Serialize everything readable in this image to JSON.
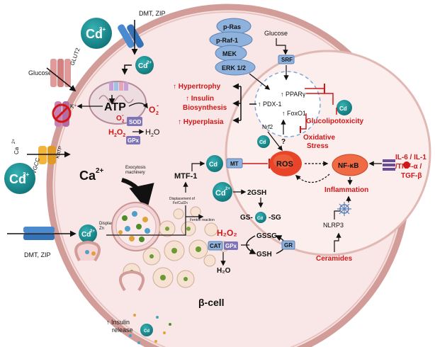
{
  "labels": {
    "cd": "Cd",
    "cd_sup": "2+",
    "dmt_zip": "DMT, ZIP",
    "glucose": "Glucose",
    "glut2": "GLUT2",
    "k_plus": "K⁺",
    "katp": "KATP",
    "ca": "Ca",
    "ca_sup": "2+",
    "vgcc": "VGCC",
    "atp": "ATP",
    "o2": "O",
    "o2_sub": "2",
    "o2_sup": "-",
    "sod": "SOD",
    "h2o2": "H",
    "h2o": "H",
    "gpx": "GPx",
    "ca_big": "Ca",
    "ca_big_sup": "2+",
    "exocytosis": "Exocytosis machinery",
    "displacement_zn": "Displacement of Zn",
    "displacement_fe": "Displacement of Fe/Cu/Zn",
    "mtf1": "MTF-1",
    "mt": "MT",
    "fenton": "Fenton reaction",
    "h2o2_big": "H₂O₂",
    "cat": "CAT",
    "gpx2": "GPx",
    "h2o_out": "H₂O",
    "gsh2": "2GSH",
    "gs": "GS-",
    "sg": "-SG",
    "gssg": "GSSG",
    "gsh": "GSH",
    "gr": "GR",
    "ros": "ROS",
    "nfkb": "NF-κB",
    "inflammation": "Inflammation",
    "nlrp3": "NLRP3",
    "ceramides": "Ceramides",
    "cytokines_1": "IL-6 / IL-1",
    "cytokines_2": "/TNF-α /",
    "cytokines_3": "TGF-β",
    "pras": "p-Ras",
    "praf": "p-Raf-1",
    "mek": "MEK",
    "erk": "ERK 1/2",
    "glucose2": "Glucose",
    "srf": "SRF",
    "pdx1": "↑ PDX-1",
    "ppar": "↑ PPARγ",
    "foxo1": "↑ FoxO1",
    "nrf2": "Nrf2",
    "question": "?",
    "hypertrophy": "↑ Hypertrophy",
    "insulin_1": "↑ Insulin",
    "insulin_2": "Biosynthesis",
    "hyperplasia": "↑ Hyperplasia",
    "glucolipotoxicity": "Glucolipotoxicity",
    "oxidative_1": "Oxidative",
    "oxidative_2": "Stress",
    "beta_cell": "β-cell",
    "insulin_release_1": "↑ Insulin",
    "insulin_release_2": "release"
  },
  "colors": {
    "cell_fill": "#f8e7e6",
    "cell_border": "#d29c98",
    "teal": "#1b8f93",
    "blue_protein": "#8fb2dd",
    "red_text": "#d01818",
    "ros_fill": "#e8442a",
    "nfkb_fill": "#f06a43"
  }
}
